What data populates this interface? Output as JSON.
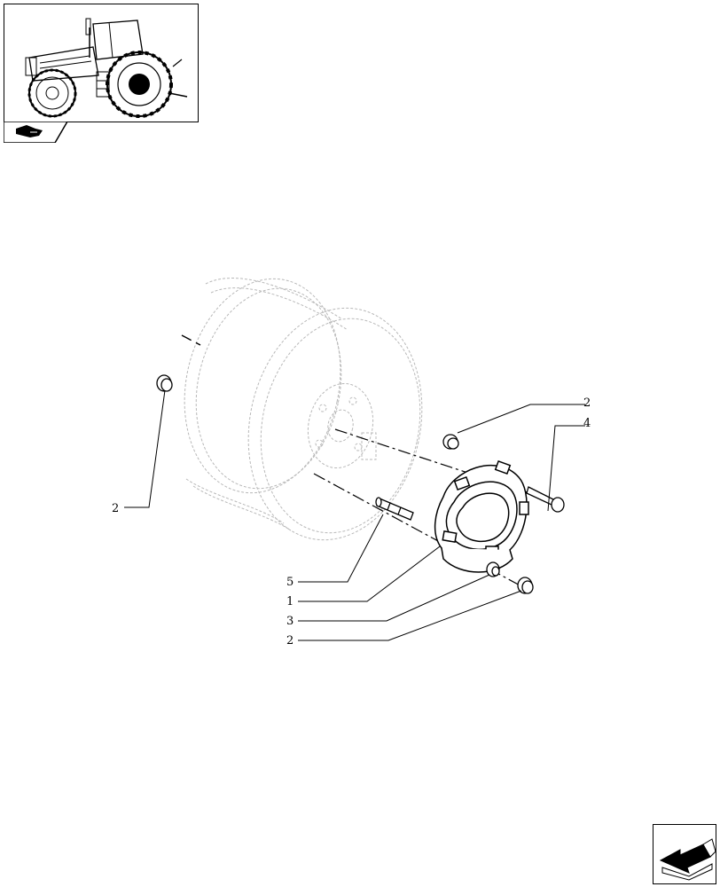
{
  "thumbnail": {
    "icon": "tractor-thumbnail"
  },
  "tab_icon": "book-hand-icon",
  "callouts": {
    "left_2": "2",
    "top_right_2": "2",
    "right_4": "4",
    "bottom_5": "5",
    "bottom_1": "1",
    "bottom_3": "3",
    "bottom_2": "2"
  },
  "nav": {
    "icon": "next-page-arrow-icon"
  },
  "colors": {
    "line": "#000000",
    "phantom": "#b8b8b8"
  }
}
